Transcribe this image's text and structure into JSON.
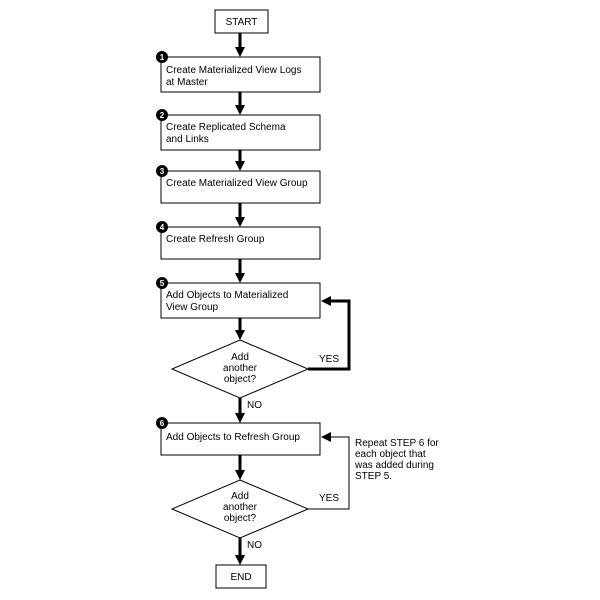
{
  "start_label": "START",
  "end_label": "END",
  "steps": [
    {
      "number": "1",
      "lines": [
        "Create Materialized View Logs",
        "at Master"
      ]
    },
    {
      "number": "2",
      "lines": [
        "Create Replicated Schema",
        "and Links"
      ]
    },
    {
      "number": "3",
      "lines": [
        "Create Materialized View Group"
      ]
    },
    {
      "number": "4",
      "lines": [
        "Create Refresh Group"
      ]
    },
    {
      "number": "5",
      "lines": [
        "Add Objects to Materialized",
        "View Group"
      ]
    },
    {
      "number": "6",
      "lines": [
        "Add Objects to Refresh Group"
      ]
    }
  ],
  "decisions": [
    {
      "lines": [
        "Add",
        "another",
        "object?"
      ],
      "yes_label": "YES",
      "no_label": "NO"
    },
    {
      "lines": [
        "Add",
        "another",
        "object?"
      ],
      "yes_label": "YES",
      "no_label": "NO"
    }
  ],
  "note": {
    "lines": [
      "Repeat STEP 6 for",
      "each object that",
      "was added during",
      "STEP 5."
    ]
  }
}
